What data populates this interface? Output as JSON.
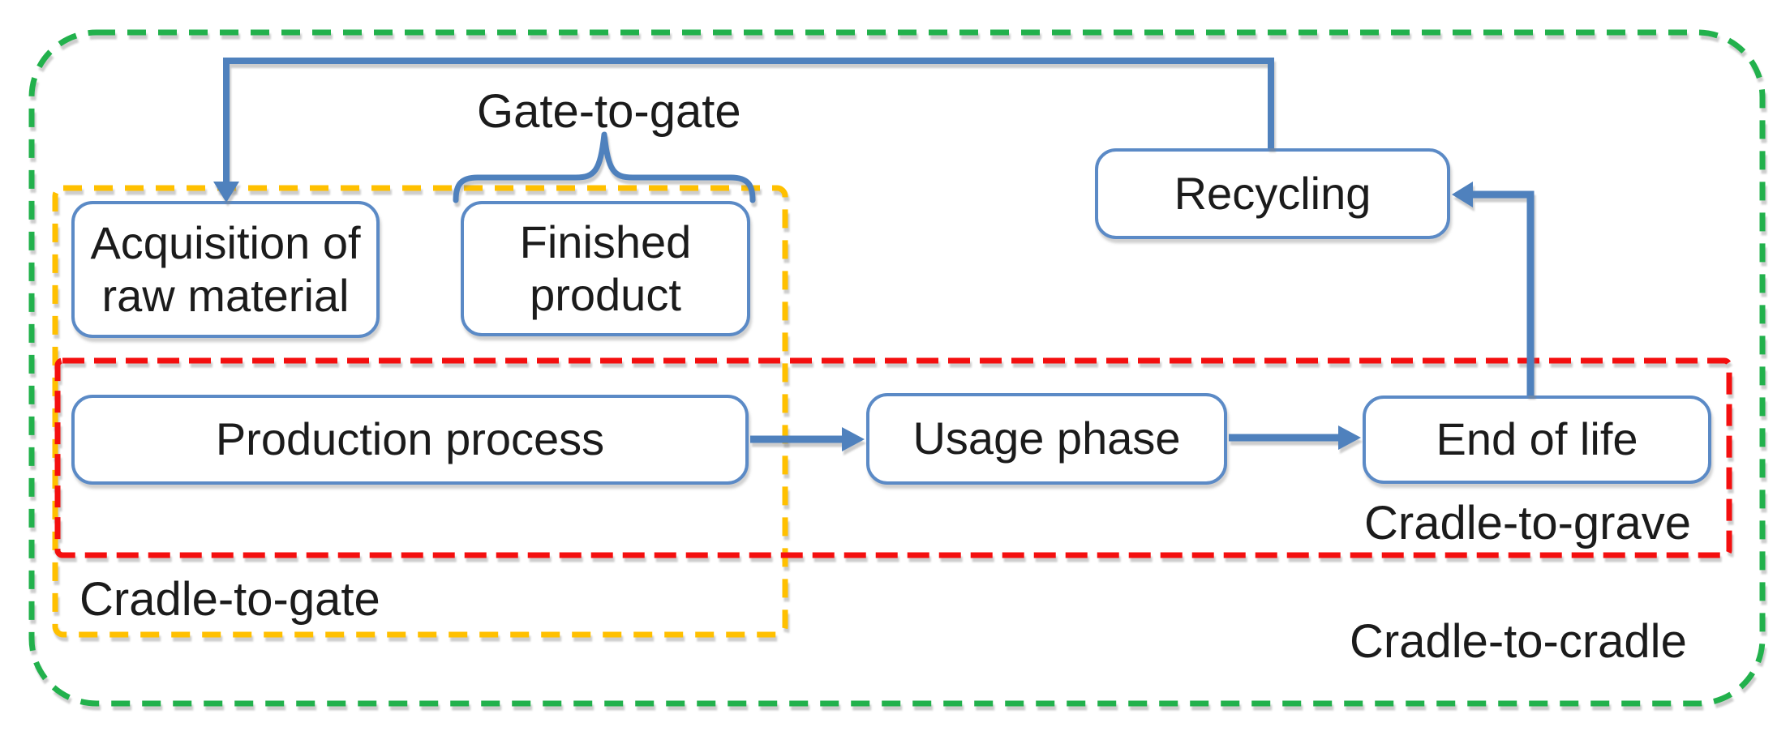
{
  "diagram": {
    "type": "lca-system-boundaries-flowchart",
    "nodes": {
      "acquisition": {
        "label": "Acquisition of raw material"
      },
      "finished": {
        "label": "Finished product"
      },
      "production": {
        "label": "Production process"
      },
      "usage": {
        "label": "Usage phase"
      },
      "end_of_life": {
        "label": "End of life"
      },
      "recycling": {
        "label": "Recycling"
      }
    },
    "boundaries": {
      "gate_to_gate": {
        "label": "Gate-to-gate",
        "border": "brace"
      },
      "cradle_to_gate": {
        "label": "Cradle-to-gate",
        "border": "yellow-dashed"
      },
      "cradle_to_grave": {
        "label": "Cradle-to-grave",
        "border": "red-dashed"
      },
      "cradle_to_cradle": {
        "label": "Cradle-to-cradle",
        "border": "green-dashed"
      }
    },
    "connectors": [
      {
        "from": "production",
        "to": "usage"
      },
      {
        "from": "usage",
        "to": "end_of_life"
      },
      {
        "from": "end_of_life",
        "to": "recycling"
      },
      {
        "from": "recycling",
        "to": "acquisition"
      }
    ]
  },
  "colors": {
    "boundary_green": "#22b14c",
    "boundary_yellow": "#ffc000",
    "boundary_red": "#f40f0f",
    "connector_blue": "#4f81bd",
    "box_border_blue": "#5b8ac6",
    "text": "#1b1b1b",
    "background": "#ffffff"
  }
}
